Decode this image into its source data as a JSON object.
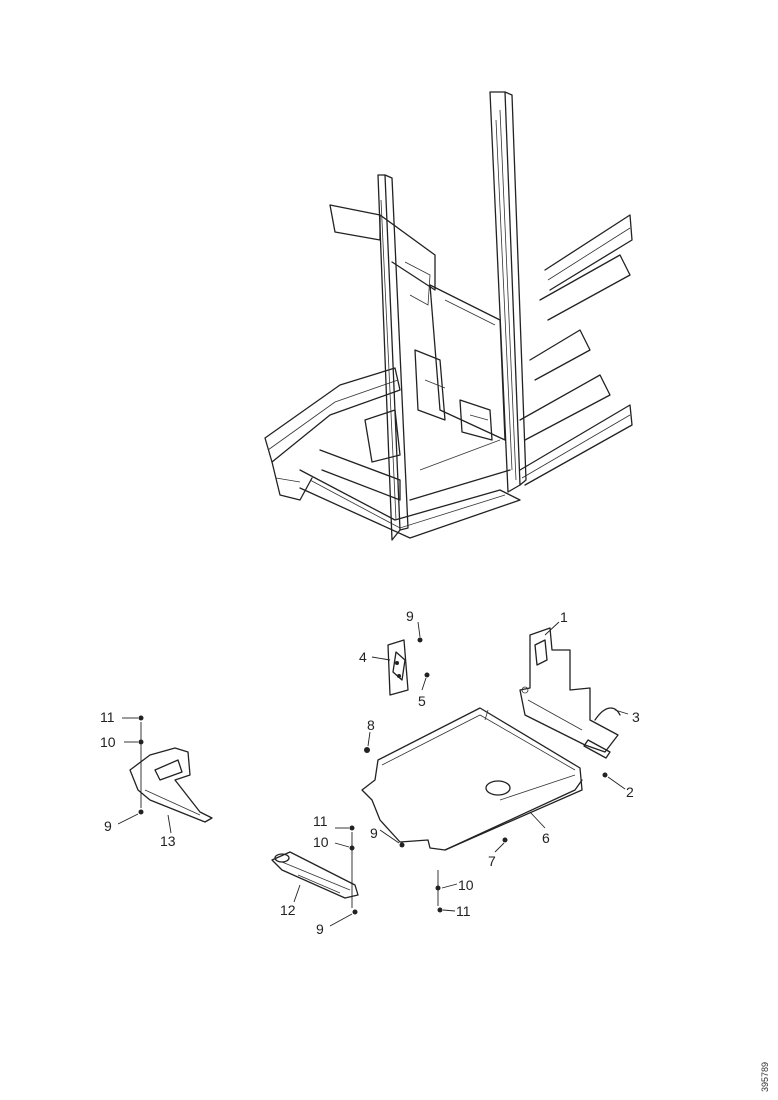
{
  "callouts": {
    "c1": "1",
    "c2": "2",
    "c3": "3",
    "c4": "4",
    "c5": "5",
    "c6": "6",
    "c7": "7",
    "c8": "8",
    "c9a": "9",
    "c9b": "9",
    "c9c": "9",
    "c9d": "9",
    "c10a": "10",
    "c10b": "10",
    "c10c": "10",
    "c11a": "11",
    "c11b": "11",
    "c11c": "11",
    "c12": "12",
    "c13": "13"
  },
  "reference_number": "395789"
}
